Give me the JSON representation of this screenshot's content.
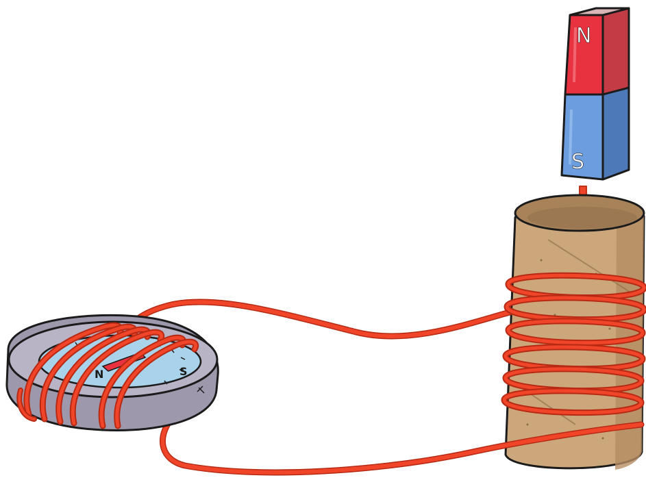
{
  "magnet": {
    "north_label": "N",
    "south_label": "S",
    "north_color": "#e8323f",
    "south_color": "#5b8fd6"
  },
  "compass": {
    "north_label": "N",
    "south_label": "S",
    "body_color": "#9e98ad",
    "dial_color": "#a9d3ea"
  },
  "coil_tube": {
    "color": "#c9a57a"
  },
  "wire": {
    "color": "#f04528"
  },
  "motion_arrow": {
    "color": "#f04528",
    "direction": "down"
  }
}
